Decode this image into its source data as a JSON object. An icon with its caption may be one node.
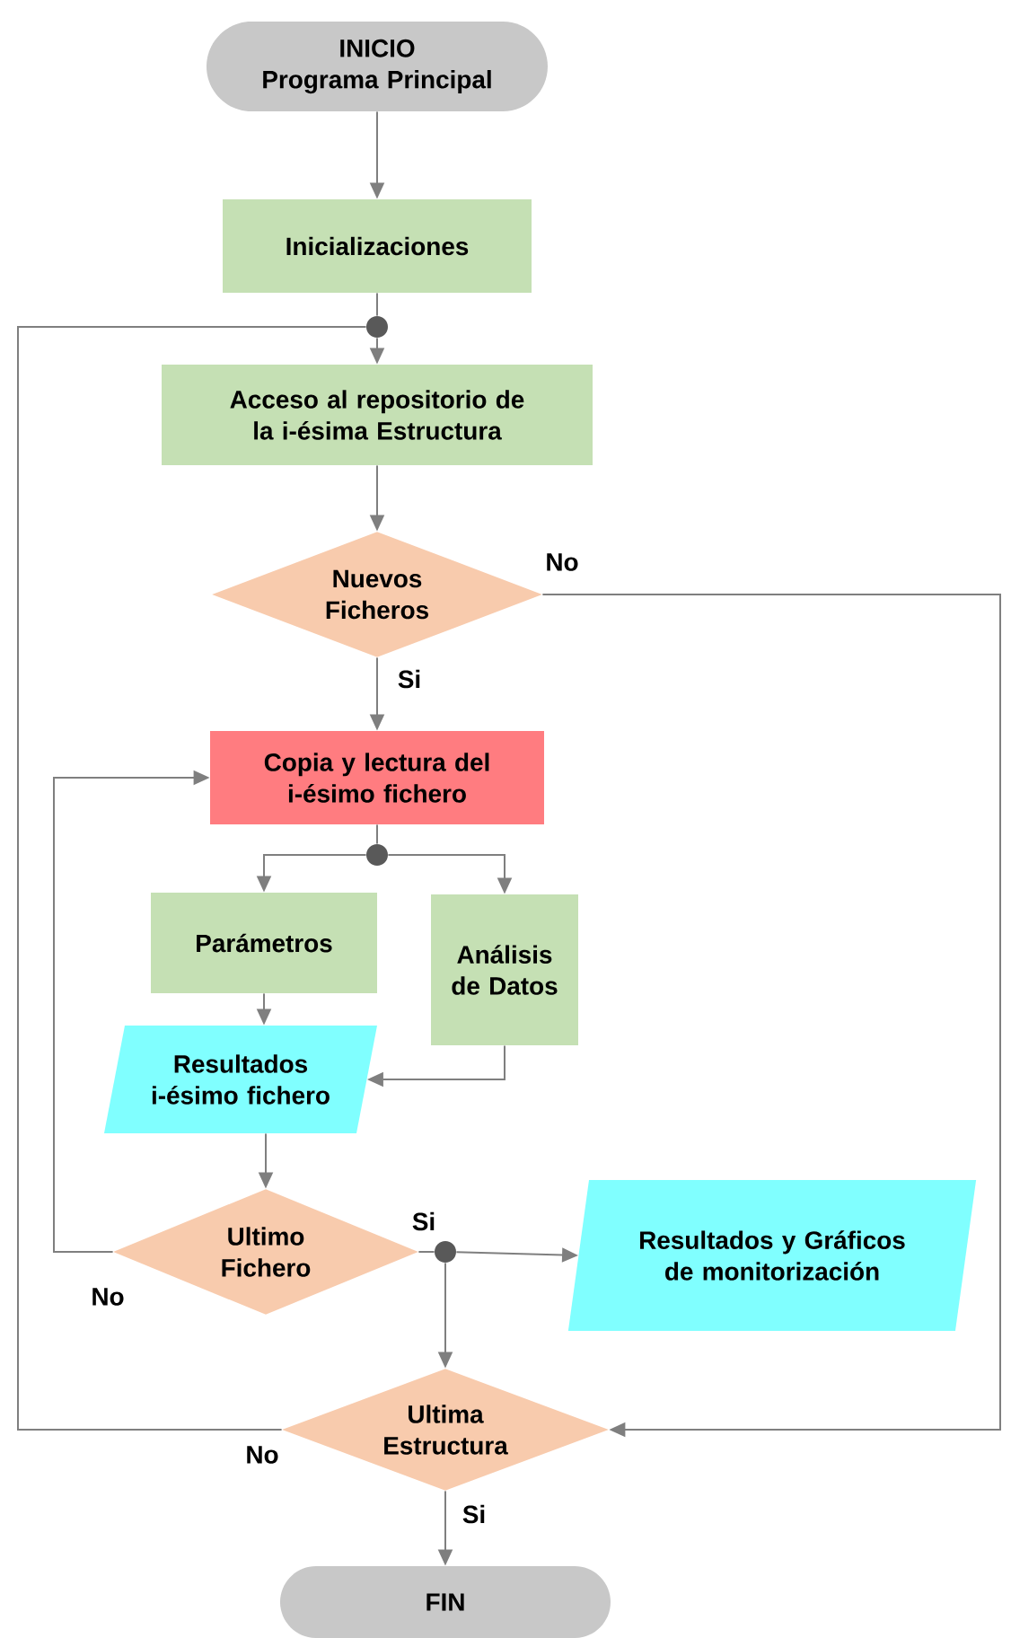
{
  "diagram": {
    "nodes": [
      {
        "text": [
          "INICIO",
          "Programa Principal"
        ]
      },
      {
        "text": [
          "Inicializaciones"
        ]
      },
      {
        "text": [],
        "shape": "circle"
      },
      {
        "text": [
          "Acceso al repositorio de la i-ésima Estructura"
        ]
      },
      {
        "text": [
          "Nuevos Ficheros"
        ]
      },
      {
        "text": [
          "Copia y lectura del i-ésimo fichero"
        ]
      },
      {
        "text": [],
        "shape": "circle"
      },
      {
        "text": [
          "Parámetros"
        ]
      },
      {
        "text": [
          "Análisis de Datos"
        ]
      },
      {
        "text": [
          "Resultados i-ésimo fichero"
        ]
      },
      {
        "text": [
          "Ultimo Fichero"
        ]
      },
      {
        "text": [],
        "shape": "circle"
      },
      {
        "text": [
          "Resultados y Gráficos de monitorización"
        ]
      },
      {
        "text": [
          "Ultima Estructura"
        ]
      },
      {
        "text": [
          "FIN"
        ]
      }
    ],
    "edges": [
      {
        "from": 0,
        "to": 1,
        "arrow": "to"
      },
      {
        "from": 1,
        "to": 2,
        "arrow": "none"
      },
      {
        "from": 2,
        "to": 3,
        "arrow": "to"
      },
      {
        "from": 3,
        "to": 4,
        "arrow": "to"
      },
      {
        "from": 4,
        "to": 5,
        "arrow": "to",
        "label": "Si"
      },
      {
        "from": 4,
        "to": 13,
        "arrow": "to",
        "label": "No"
      },
      {
        "from": 5,
        "to": 6,
        "arrow": "none"
      },
      {
        "from": 6,
        "to": 7,
        "arrow": "to"
      },
      {
        "from": 6,
        "to": 8,
        "arrow": "to"
      },
      {
        "from": 7,
        "to": 9,
        "arrow": "to"
      },
      {
        "from": 8,
        "to": 9,
        "arrow": "to"
      },
      {
        "from": 9,
        "to": 10,
        "arrow": "to"
      },
      {
        "from": 10,
        "to": 5,
        "arrow": "to",
        "label": "No"
      },
      {
        "from": 10,
        "to": 11,
        "arrow": "none",
        "label": "Si"
      },
      {
        "from": 11,
        "to": 12,
        "arrow": "to"
      },
      {
        "from": 11,
        "to": 13,
        "arrow": "to"
      },
      {
        "from": 13,
        "to": 2,
        "arrow": "none",
        "label": "No"
      },
      {
        "from": 13,
        "to": 14,
        "arrow": "to",
        "label": "Si"
      }
    ]
  }
}
